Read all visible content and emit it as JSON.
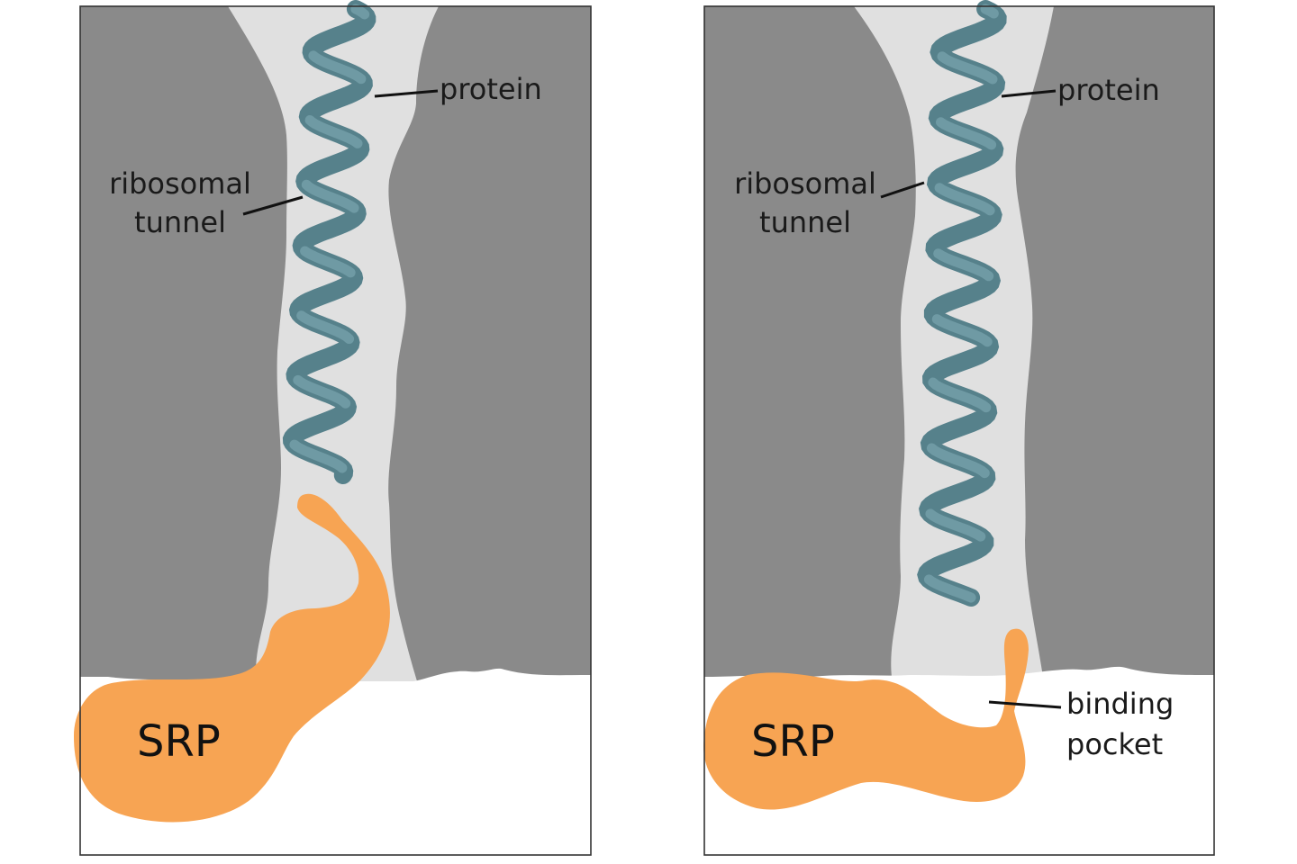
{
  "figure": {
    "colors": {
      "ribosome": "#8a8a8a",
      "tunnel": "#e0e0e0",
      "helix": "#56818b",
      "srp": "#f7a453",
      "background": "#ffffff"
    },
    "panels": [
      {
        "protein_label": "protein",
        "tunnel_label_line1": "ribosomal",
        "tunnel_label_line2": "tunnel",
        "srp_label": "SRP"
      },
      {
        "protein_label": "protein",
        "tunnel_label_line1": "ribosomal",
        "tunnel_label_line2": "tunnel",
        "srp_label": "SRP",
        "pocket_label_line1": "binding",
        "pocket_label_line2": "pocket"
      }
    ]
  }
}
